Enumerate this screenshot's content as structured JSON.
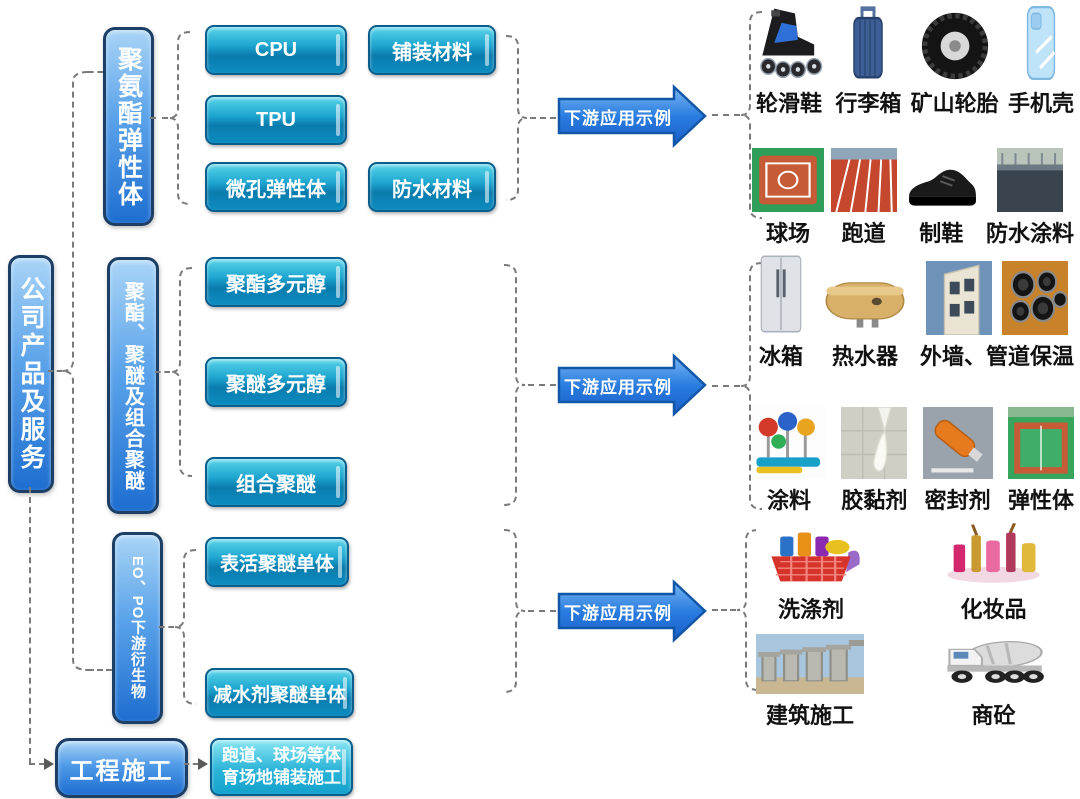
{
  "root_box": {
    "label": "公司产品及服务"
  },
  "arrow_label": "下游应用示例",
  "branches": [
    {
      "label": "聚氨酯弹性体",
      "products": [
        "CPU",
        "TPU",
        "微孔弹性体"
      ],
      "materials": [
        "铺装材料",
        "防水材料"
      ]
    },
    {
      "label": "聚酯、聚醚及组合聚醚",
      "products": [
        "聚酯多元醇",
        "聚醚多元醇",
        "组合聚醚"
      ]
    },
    {
      "label": "EO、PO下游衍生物",
      "products": [
        "表活聚醚单体",
        "减水剂聚醚单体"
      ]
    },
    {
      "label": "工程施工",
      "detail": "跑道、球场等体育场地铺装施工"
    }
  ],
  "applications": [
    {
      "rows": [
        {
          "icons": [
            "roller-skates",
            "luggage",
            "mine-tire",
            "phone-case"
          ],
          "labels": [
            "轮滑鞋",
            "行李箱",
            "矿山轮胎",
            "手机壳"
          ]
        },
        {
          "icons": [
            "sports-court",
            "running-track",
            "shoe",
            "waterproof-roof"
          ],
          "labels": [
            "球场",
            "跑道",
            "制鞋",
            "防水涂料"
          ]
        }
      ]
    },
    {
      "rows": [
        {
          "icons": [
            "refrigerator",
            "water-heater",
            "insulated-wall",
            "insulated-pipes"
          ],
          "labels": [
            "冰箱",
            "热水器",
            "外墙、管道保温"
          ]
        },
        {
          "icons": [
            "paint",
            "adhesive",
            "sealant",
            "elastomer-court"
          ],
          "labels": [
            "涂料",
            "胶黏剂",
            "密封剂",
            "弹性体"
          ]
        }
      ]
    },
    {
      "rows": [
        {
          "icons": [
            "detergent",
            "cosmetics"
          ],
          "labels": [
            "洗涤剂",
            "化妆品"
          ]
        },
        {
          "icons": [
            "bridge-construction",
            "concrete-mixer-truck"
          ],
          "labels": [
            "建筑施工",
            "商砼"
          ]
        }
      ]
    }
  ],
  "colors": {
    "box_blue": "#2e7ddf",
    "box_border": "#1d3f66",
    "button_teal": "#0f9ec7",
    "button_border": "#0b5e8c",
    "arrow_blue": "#2a7de0",
    "arrow_border": "#1256a8",
    "connector_gray": "#7a7a7a",
    "label_black": "#111111"
  }
}
